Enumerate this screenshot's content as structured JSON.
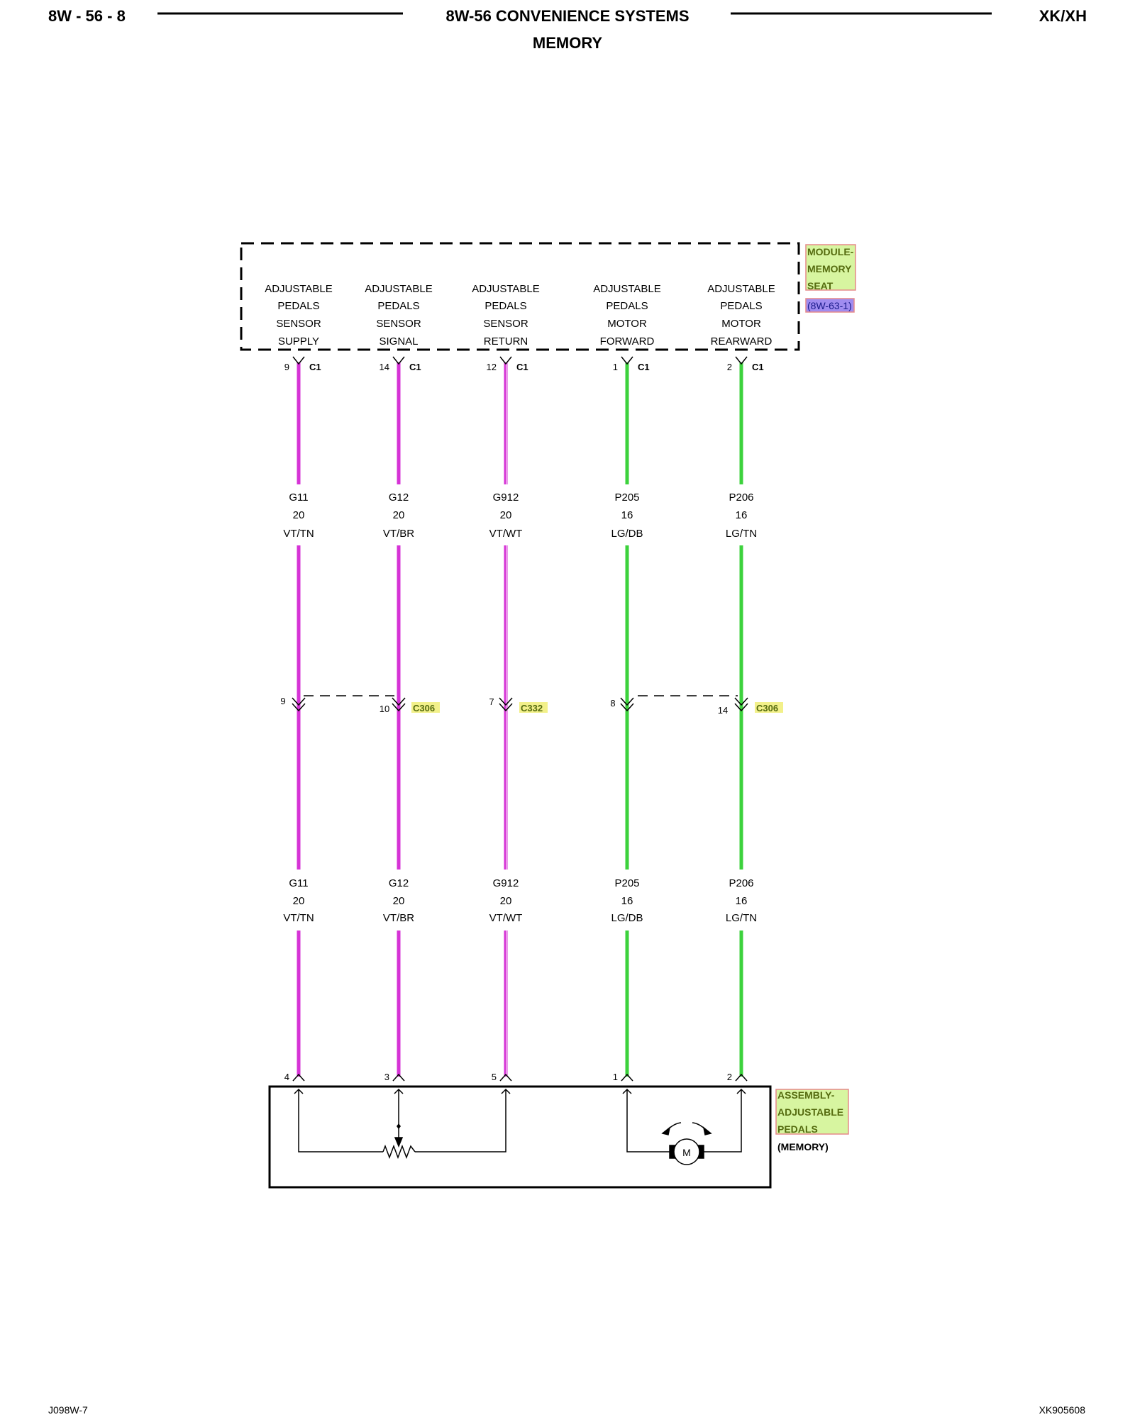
{
  "header": {
    "page_code": "8W - 56 - 8",
    "title": "8W-56 CONVENIENCE SYSTEMS",
    "subtitle": "MEMORY",
    "model": "XK/XH"
  },
  "footer": {
    "left_code": "J098W-7",
    "right_code": "XK905608"
  },
  "module": {
    "name_lines": [
      "MODULE-",
      "MEMORY",
      "SEAT"
    ],
    "reference": "(8W-63-1)"
  },
  "assembly": {
    "name_lines": [
      "ASSEMBLY-",
      "ADJUSTABLE",
      "PEDALS"
    ],
    "note": "(MEMORY)"
  },
  "colors": {
    "violet_wire": "#d633d6",
    "green_wire": "#3cd23c",
    "label_highlight": "#d7f5a0",
    "connector_highlight": "#f2f08a",
    "reference_highlight": "#a08cf0",
    "label_text": "#556b0f"
  },
  "circuits": [
    {
      "function": [
        "ADJUSTABLE",
        "PEDALS",
        "SENSOR",
        "SUPPLY"
      ],
      "module_pin": "9",
      "module_connector": "C1",
      "circuit": "G11",
      "gauge": "20",
      "color_code": "VT/TN",
      "inline_pin": "9",
      "assembly_pin": "4",
      "wire": "violet"
    },
    {
      "function": [
        "ADJUSTABLE",
        "PEDALS",
        "SENSOR",
        "SIGNAL"
      ],
      "module_pin": "14",
      "module_connector": "C1",
      "circuit": "G12",
      "gauge": "20",
      "color_code": "VT/BR",
      "inline_pin": "10",
      "assembly_pin": "3",
      "wire": "violet"
    },
    {
      "function": [
        "ADJUSTABLE",
        "PEDALS",
        "SENSOR",
        "RETURN"
      ],
      "module_pin": "12",
      "module_connector": "C1",
      "circuit": "G912",
      "gauge": "20",
      "color_code": "VT/WT",
      "inline_pin": "7",
      "assembly_pin": "5",
      "wire": "violet"
    },
    {
      "function": [
        "ADJUSTABLE",
        "PEDALS",
        "MOTOR",
        "FORWARD"
      ],
      "module_pin": "1",
      "module_connector": "C1",
      "circuit": "P205",
      "gauge": "16",
      "color_code": "LG/DB",
      "inline_pin": "8",
      "assembly_pin": "1",
      "wire": "green"
    },
    {
      "function": [
        "ADJUSTABLE",
        "PEDALS",
        "MOTOR",
        "REARWARD"
      ],
      "module_pin": "2",
      "module_connector": "C1",
      "circuit": "P206",
      "gauge": "16",
      "color_code": "LG/TN",
      "inline_pin": "14",
      "assembly_pin": "2",
      "wire": "green"
    }
  ],
  "inline_connectors": [
    "C306",
    "C332",
    "C306"
  ],
  "motor_symbol": "M"
}
